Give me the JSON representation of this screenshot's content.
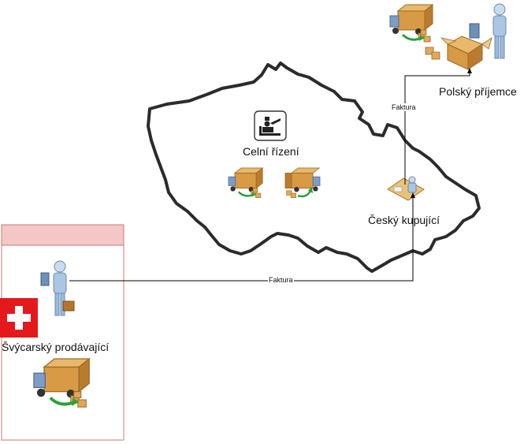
{
  "swiss_seller": {
    "label": "Švýcarský prodávající",
    "flag_colors": {
      "red": "#e3191c",
      "cross": "#ffffff"
    }
  },
  "customs": {
    "label": "Celní řízení",
    "icon": "customs-officer-icon"
  },
  "czech_buyer": {
    "label": "Český kupující"
  },
  "polish_recipient": {
    "label": "Polský příjemce"
  },
  "flows": {
    "invoice_seller_to_buyer": "Faktura",
    "invoice_buyer_to_recipient": "Faktura"
  },
  "colors": {
    "box_brown": "#c8913e",
    "truck_blue": "#6d8fb8",
    "arrow_green": "#2aa13a",
    "panel_header": "#f4c6c6",
    "panel_border": "#c97b7b"
  }
}
